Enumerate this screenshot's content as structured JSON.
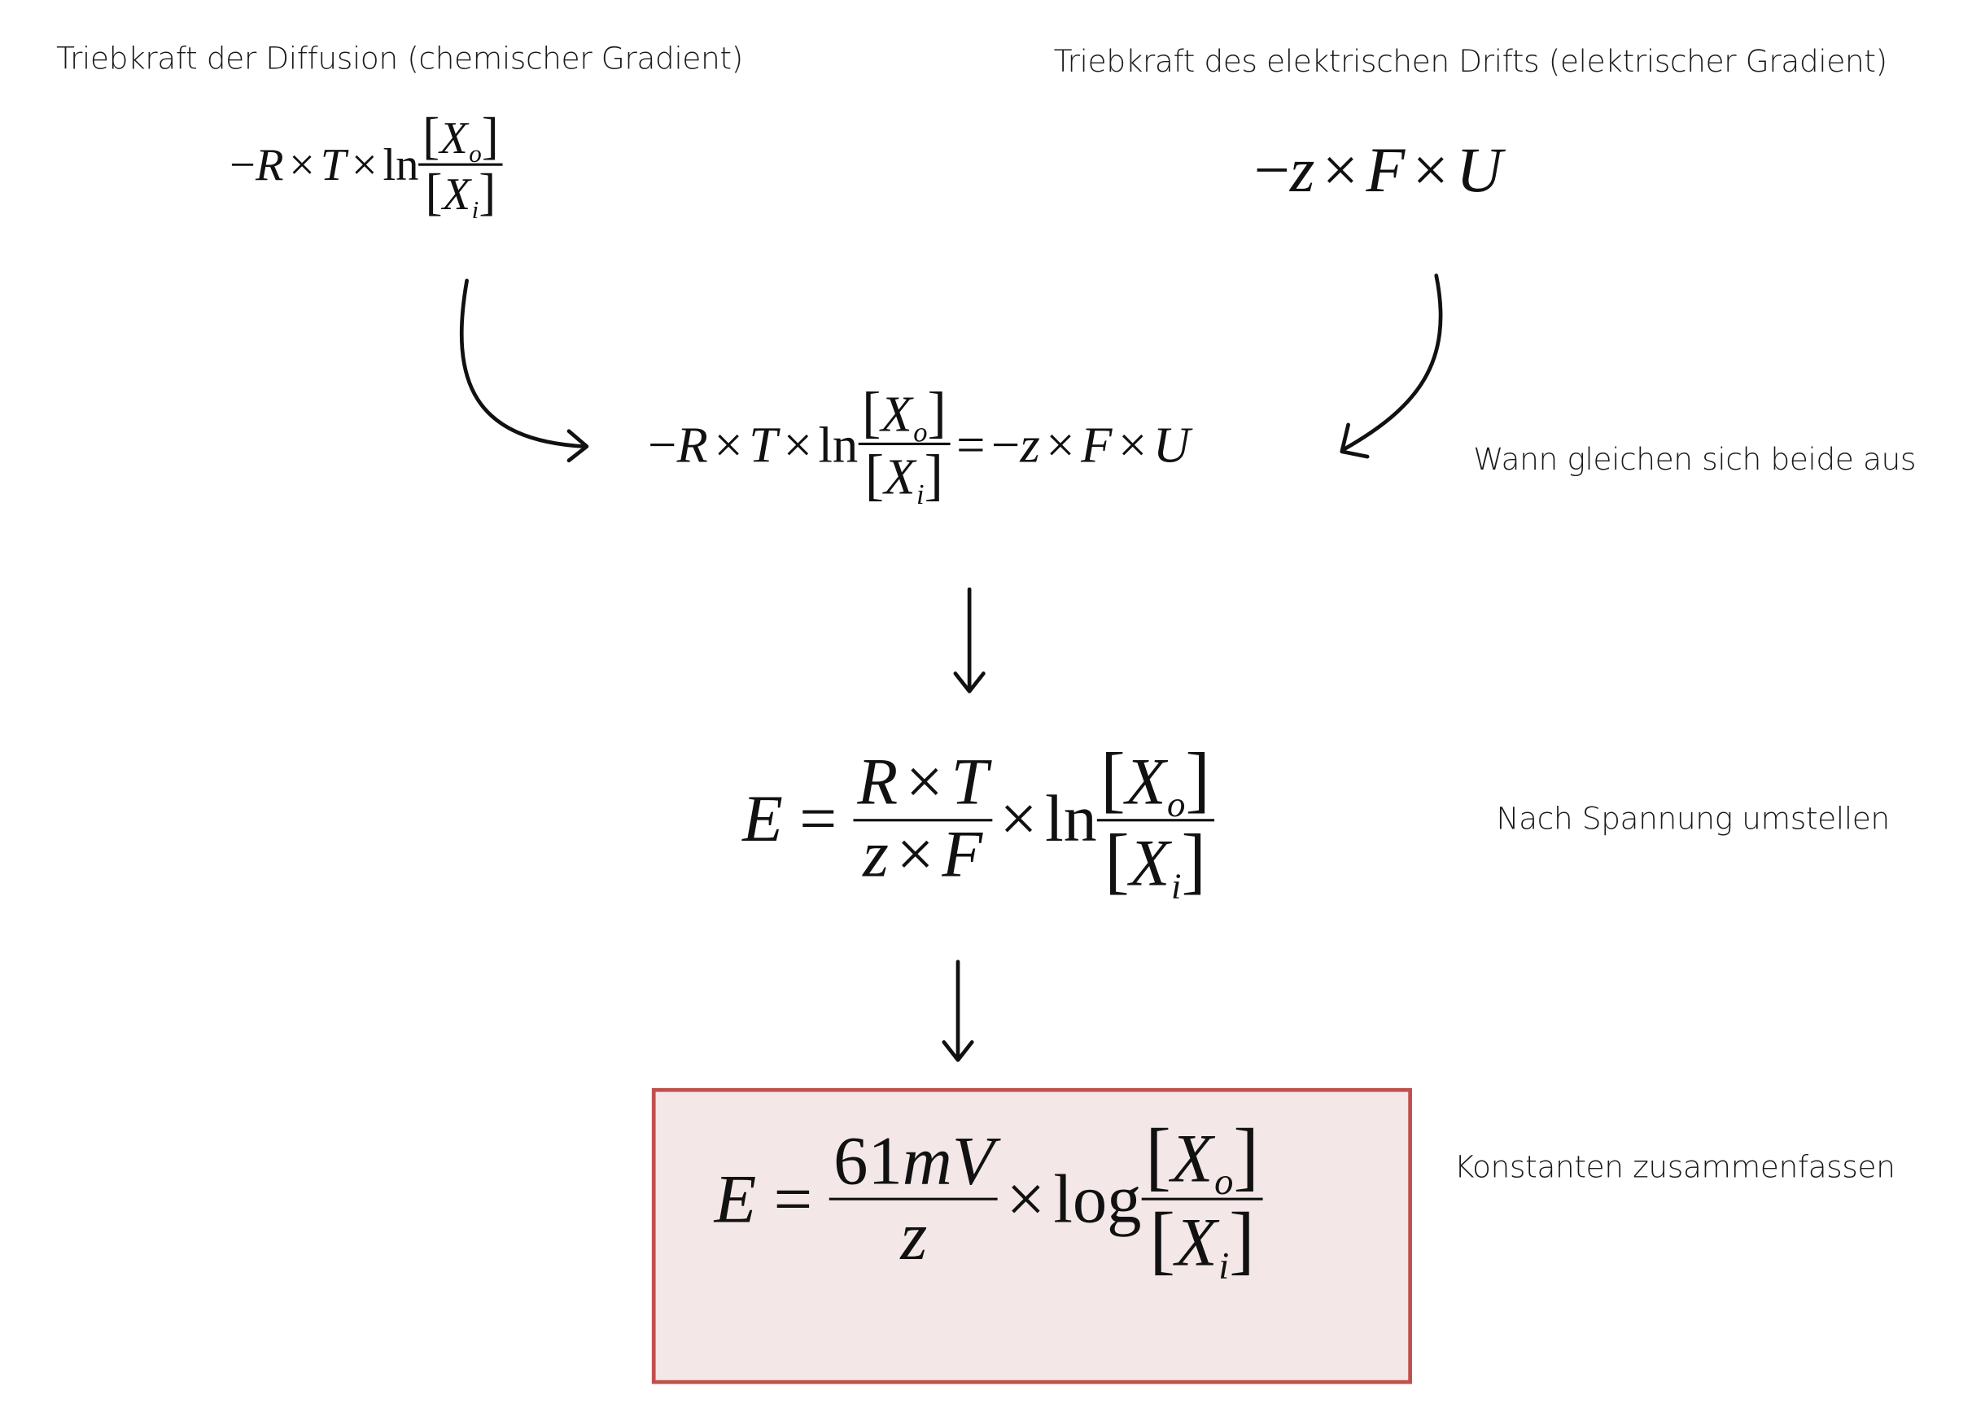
{
  "labels": {
    "diffusion": "Triebkraft der Diffusion (chemischer Gradient)",
    "drift": "Triebkraft des elektrischen Drifts (elektrischer Gradient)",
    "balance": "Wann gleichen sich beide aus",
    "solve_voltage": "Nach Spannung umstellen",
    "combine_constants": "Konstanten zusammenfassen"
  },
  "formulas": {
    "diffusion": {
      "minus": "−",
      "R": "R",
      "T": "T",
      "times": "×",
      "ln": "ln",
      "X": "X",
      "o": "o",
      "i": "i"
    },
    "drift": {
      "minus": "−",
      "z": "z",
      "F": "F",
      "U": "U",
      "times": "×"
    },
    "balance": {
      "equals": "="
    },
    "solved": {
      "E": "E",
      "equals": "="
    },
    "final": {
      "E": "E",
      "equals": "=",
      "constant": "61",
      "unit": "mV",
      "log": "log",
      "z": "z"
    }
  },
  "colors": {
    "box_fill": "#f4e7e8",
    "box_border": "#c0504d",
    "ink": "#111111"
  }
}
